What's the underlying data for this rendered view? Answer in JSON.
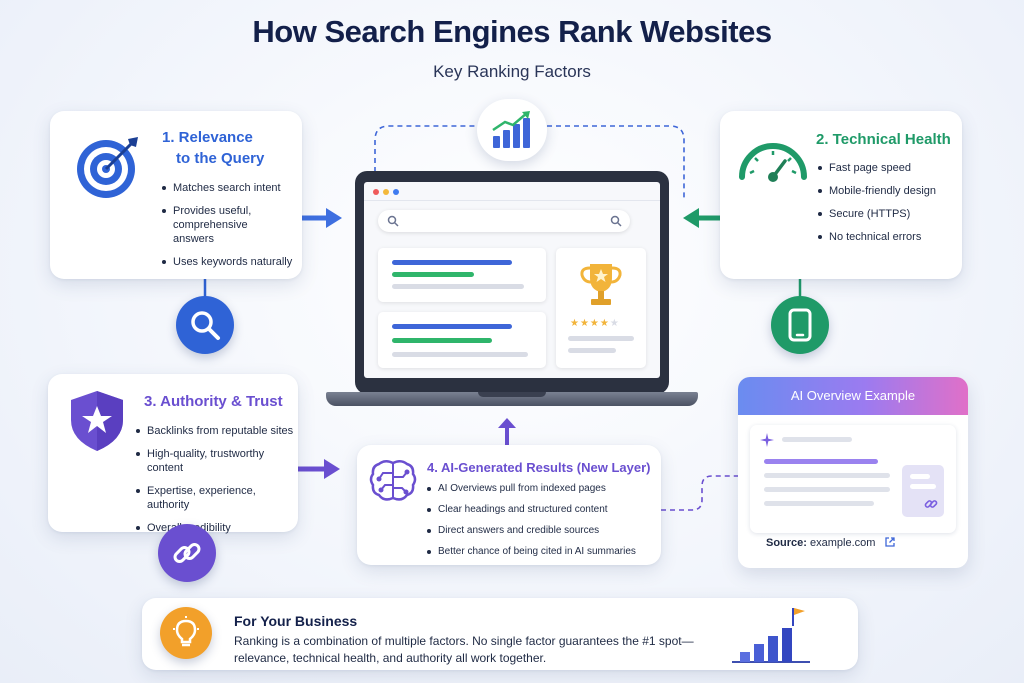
{
  "title": "How Search Engines Rank Websites",
  "subtitle": "Key Ranking Factors",
  "factors": {
    "relevance": {
      "title_line1": "1. Relevance",
      "title_line2": "to the Query",
      "bullets": [
        "Matches search intent",
        "Provides useful, comprehensive",
        "answers",
        "Uses keywords naturally"
      ],
      "color": "#2f63d6"
    },
    "technical": {
      "title": "2. Technical Health",
      "bullets": [
        "Fast page speed",
        "Mobile-friendly design",
        "Secure (HTTPS)",
        "No technical errors"
      ],
      "color": "#1f9a68"
    },
    "authority": {
      "title": "3. Authority & Trust",
      "bullets": [
        "Backlinks from reputable sites",
        "High-quality, trustworthy content",
        "Expertise, experience, authority",
        "Overall credibility"
      ],
      "color": "#6a4fd0"
    },
    "ai": {
      "title": "4. AI-Generated Results (New Layer)",
      "bullets": [
        "AI Overviews pull from indexed pages",
        "Clear headings and structured content",
        "Direct answers and credible sources",
        "Better chance of being cited in AI summaries"
      ],
      "color": "#6a4fd0"
    }
  },
  "ai_overview": {
    "header": "AI Overview Example",
    "source_label": "Source:",
    "source_value": "example.com"
  },
  "business": {
    "title": "For Your Business",
    "line1": "Ranking is a combination of multiple factors. No single factor guarantees the #1 spot—",
    "line2": "relevance, technical health, and authority all work together."
  },
  "icons": {
    "relevance": "target-icon",
    "search": "magnifier-icon",
    "technical": "speedometer-icon",
    "mobile": "smartphone-icon",
    "authority": "shield-star-icon",
    "link": "link-icon",
    "ai": "brain-circuit-icon",
    "trend": "trend-chart-icon",
    "trophy": "trophy-icon",
    "business": "lightbulb-icon",
    "growth": "bar-chart-flag-icon"
  }
}
